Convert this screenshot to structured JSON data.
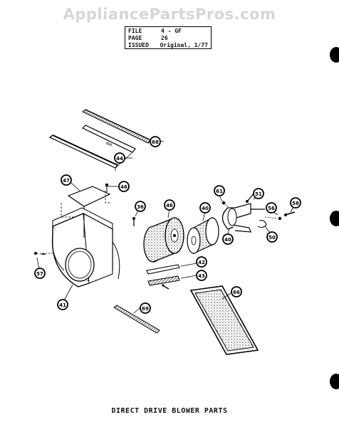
{
  "watermark": "AppliancePartsPros.com",
  "file_box": {
    "rows": [
      {
        "label": "FILE",
        "value": "4 - GF"
      },
      {
        "label": "PAGE",
        "value": "26"
      },
      {
        "label": "ISSUED",
        "value": "Original, 1/77"
      }
    ]
  },
  "callouts": {
    "c68": "68",
    "c44": "44",
    "c47": "47",
    "c46a": "46",
    "c36": "36",
    "c46b": "46",
    "c40a": "40",
    "c61": "61",
    "c51": "51",
    "c58": "58",
    "c56": "56",
    "c40b": "40",
    "c50": "50",
    "c57": "57",
    "c42": "42",
    "c43": "43",
    "c41": "41",
    "c66": "66",
    "c69": "69"
  },
  "caption": "DIRECT DRIVE BLOWER PARTS"
}
